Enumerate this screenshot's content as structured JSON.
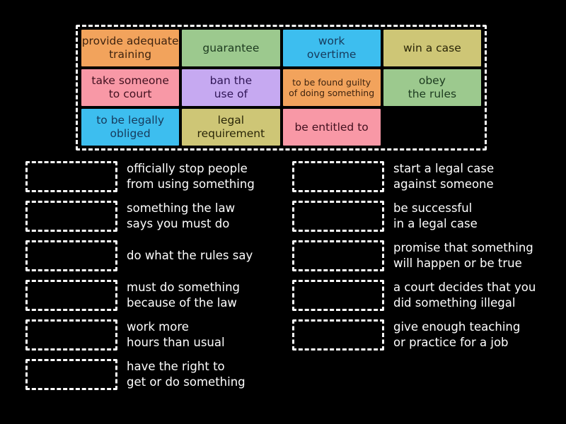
{
  "app": {
    "background_color": "#000000",
    "border_color": "#ffffff"
  },
  "bank": {
    "tiles": [
      {
        "label": "provide adequate\ntraining",
        "bg": "#F2A35C",
        "fg": "#3F2410",
        "small": false
      },
      {
        "label": "guarantee",
        "bg": "#9CC98E",
        "fg": "#1C3A1F",
        "small": false
      },
      {
        "label": "work\novertime",
        "bg": "#3DBEEF",
        "fg": "#163A5C",
        "small": false
      },
      {
        "label": "win a case",
        "bg": "#CEC676",
        "fg": "#292507",
        "small": false
      },
      {
        "label": "take someone\nto court",
        "bg": "#F898A6",
        "fg": "#41101F",
        "small": false
      },
      {
        "label": "ban the\nuse of",
        "bg": "#C6A9F1",
        "fg": "#2F1556",
        "small": false
      },
      {
        "label": "to be found guilty\nof doing something",
        "bg": "#F2A35C",
        "fg": "#3F2410",
        "small": true
      },
      {
        "label": "obey\nthe rules",
        "bg": "#9CC98E",
        "fg": "#1C3A1F",
        "small": false
      },
      {
        "label": "to be legally\nobliged",
        "bg": "#3DBEEF",
        "fg": "#163A5C",
        "small": false
      },
      {
        "label": "legal\nrequirement",
        "bg": "#CEC676",
        "fg": "#292507",
        "small": false
      },
      {
        "label": "be entitled to",
        "bg": "#F898A6",
        "fg": "#41101F",
        "small": false
      }
    ]
  },
  "definitions": {
    "left": [
      {
        "text": "officially stop people\nfrom using something"
      },
      {
        "text": "something the law\nsays you must do"
      },
      {
        "text": "do what the rules say"
      },
      {
        "text": "must do something\nbecause of the law"
      },
      {
        "text": "work more\nhours than usual"
      },
      {
        "text": "have the right to\nget or do something"
      }
    ],
    "right": [
      {
        "text": "start a legal case\nagainst someone"
      },
      {
        "text": "be successful\nin a legal case"
      },
      {
        "text": "promise that something\nwill happen or be true"
      },
      {
        "text": "a court decides that you\ndid something illegal"
      },
      {
        "text": "give enough teaching\nor practice for a job"
      }
    ]
  }
}
